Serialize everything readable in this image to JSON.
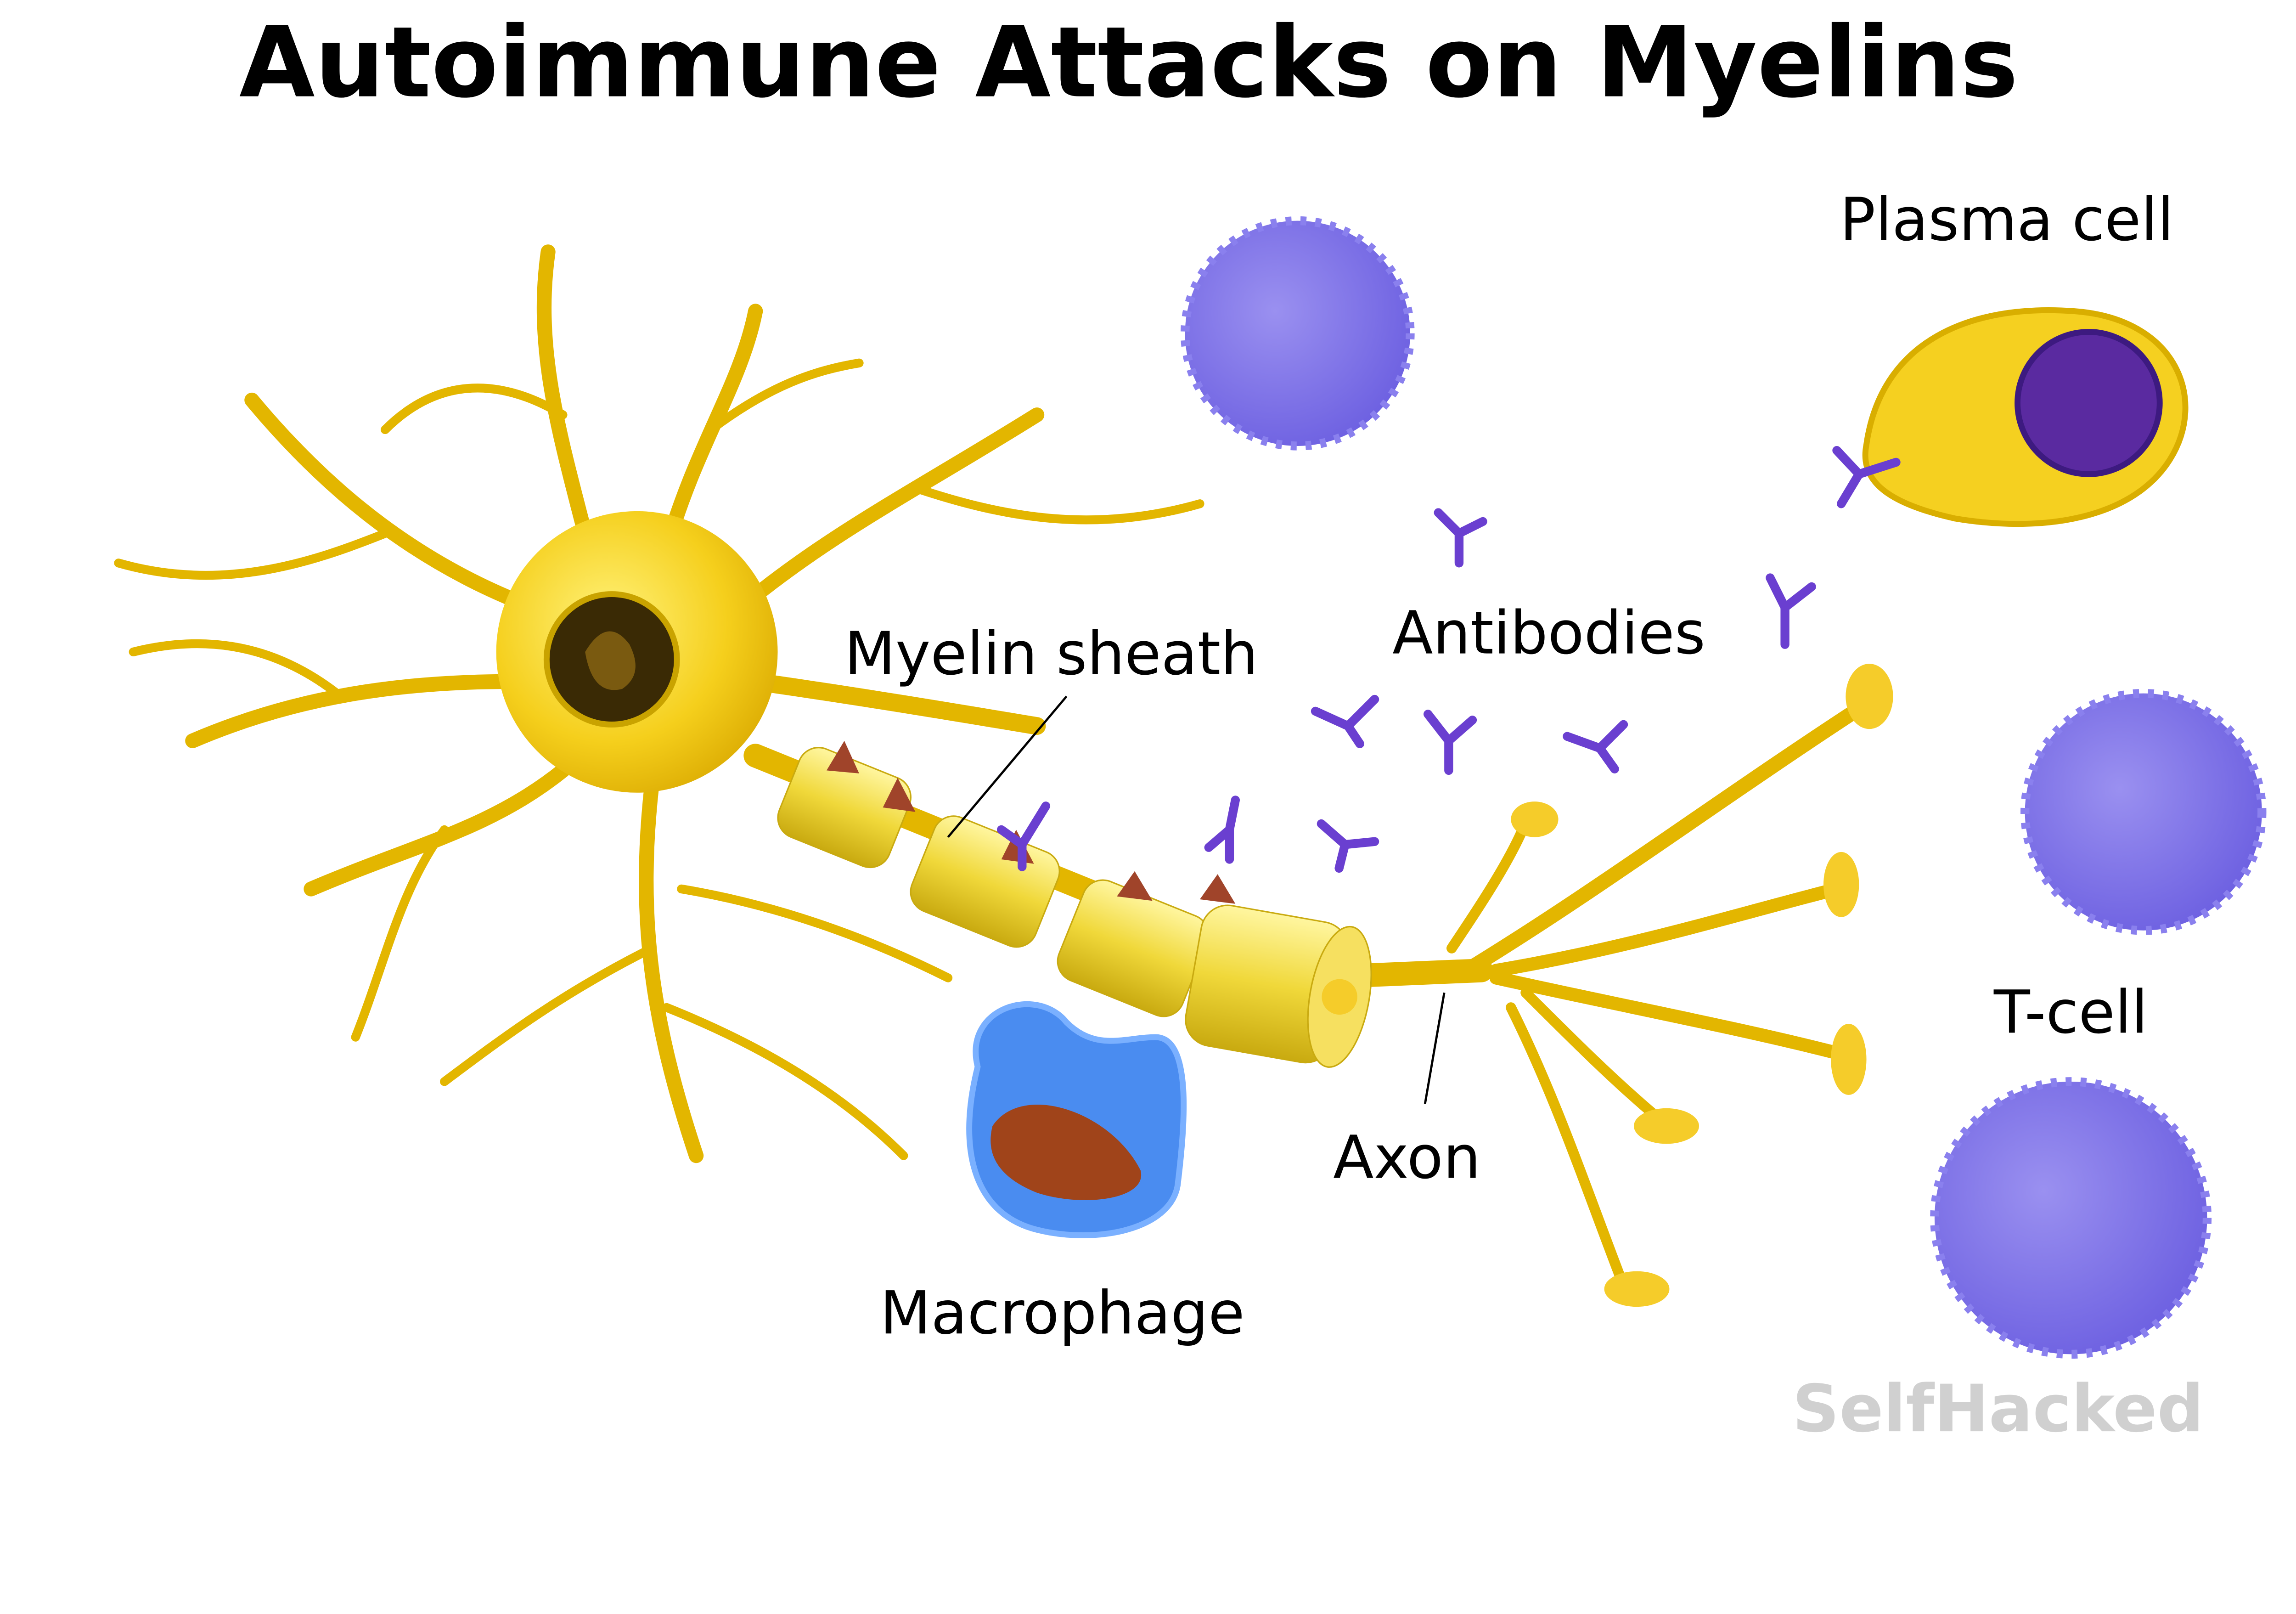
{
  "title": "Autoimmune Attacks on Myelins",
  "labels": {
    "plasma_cell": "Plasma cell",
    "myelin_sheath": "Myelin sheath",
    "antibodies": "Antibodies",
    "t_cell": "T-cell",
    "axon": "Axon",
    "macrophage": "Macrophage"
  },
  "watermark": "SelfHacked",
  "colors": {
    "neuron": "#f2cc1a",
    "lymphocyte": "#7f73e6",
    "antibody": "#6a3fd0",
    "macrophage": "#4a8cf0",
    "nucleus_dark": "#3a2a05",
    "plasma_nucleus": "#5a2aa0",
    "antigen": "#a0442a"
  }
}
